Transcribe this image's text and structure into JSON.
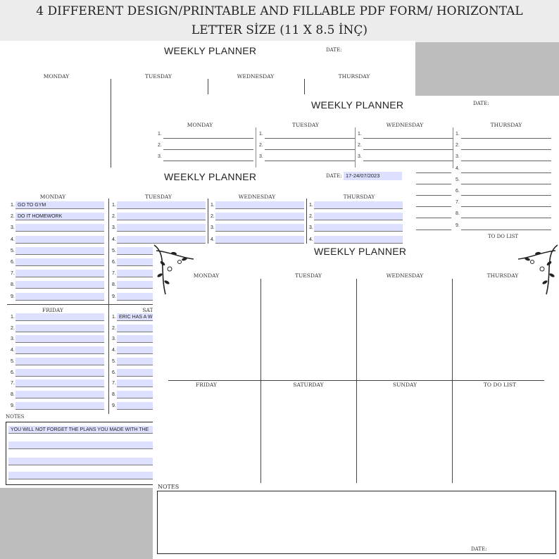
{
  "header": {
    "line1": "4 DIFFERENT DESIGN/PRINTABLE AND FILLABLE PDF FORM/ HORIZONTAL",
    "line2": "LETTER SİZE (11 X 8.5 İNÇ)"
  },
  "sheet1": {
    "title": "WEEKLY PLANNER",
    "date_label": "DATE:",
    "days": [
      "MONDAY",
      "TUESDAY",
      "WEDNESDAY",
      "THURSDAY"
    ]
  },
  "sheet2": {
    "title": "WEEKLY PLANNER",
    "date_label": "DATE:",
    "days": [
      "MONDAY",
      "TUESDAY",
      "WEDNESDAY",
      "THURSDAY"
    ],
    "numbers": [
      "1.",
      "2.",
      "3.",
      "4.",
      "5.",
      "6.",
      "7.",
      "8.",
      "9."
    ],
    "todo_label": "TO DO LIST"
  },
  "sheet3": {
    "title": "WEEKLY PLANNER",
    "date_label": "DATE:",
    "date_value": "17-24/07/2023",
    "days_top": [
      "MONDAY",
      "TUESDAY",
      "WEDNESDAY",
      "THURSDAY"
    ],
    "days_bottom": [
      "FRIDAY",
      "SAT"
    ],
    "numbers": [
      "1.",
      "2.",
      "3.",
      "4.",
      "5.",
      "6.",
      "7.",
      "8.",
      "9."
    ],
    "monday_entries": [
      "GO TO GYM",
      "DO IT HOMEWORK"
    ],
    "saturday_entry": "ERIC HAS A W",
    "notes_label": "NOTES",
    "notes_text": "YOU WILL NOT FORGET THE PLANS YOU MADE WITH THE"
  },
  "sheet4": {
    "title": "WEEKLY PLANNER",
    "days_top": [
      "MONDAY",
      "TUESDAY",
      "WEDNESDAY",
      "THURSDAY"
    ],
    "days_bottom": [
      "FRIDAY",
      "SATURDAY",
      "SUNDAY",
      "TO DO LIST"
    ],
    "notes_label": "NOTES",
    "date_label": "DATE:"
  }
}
